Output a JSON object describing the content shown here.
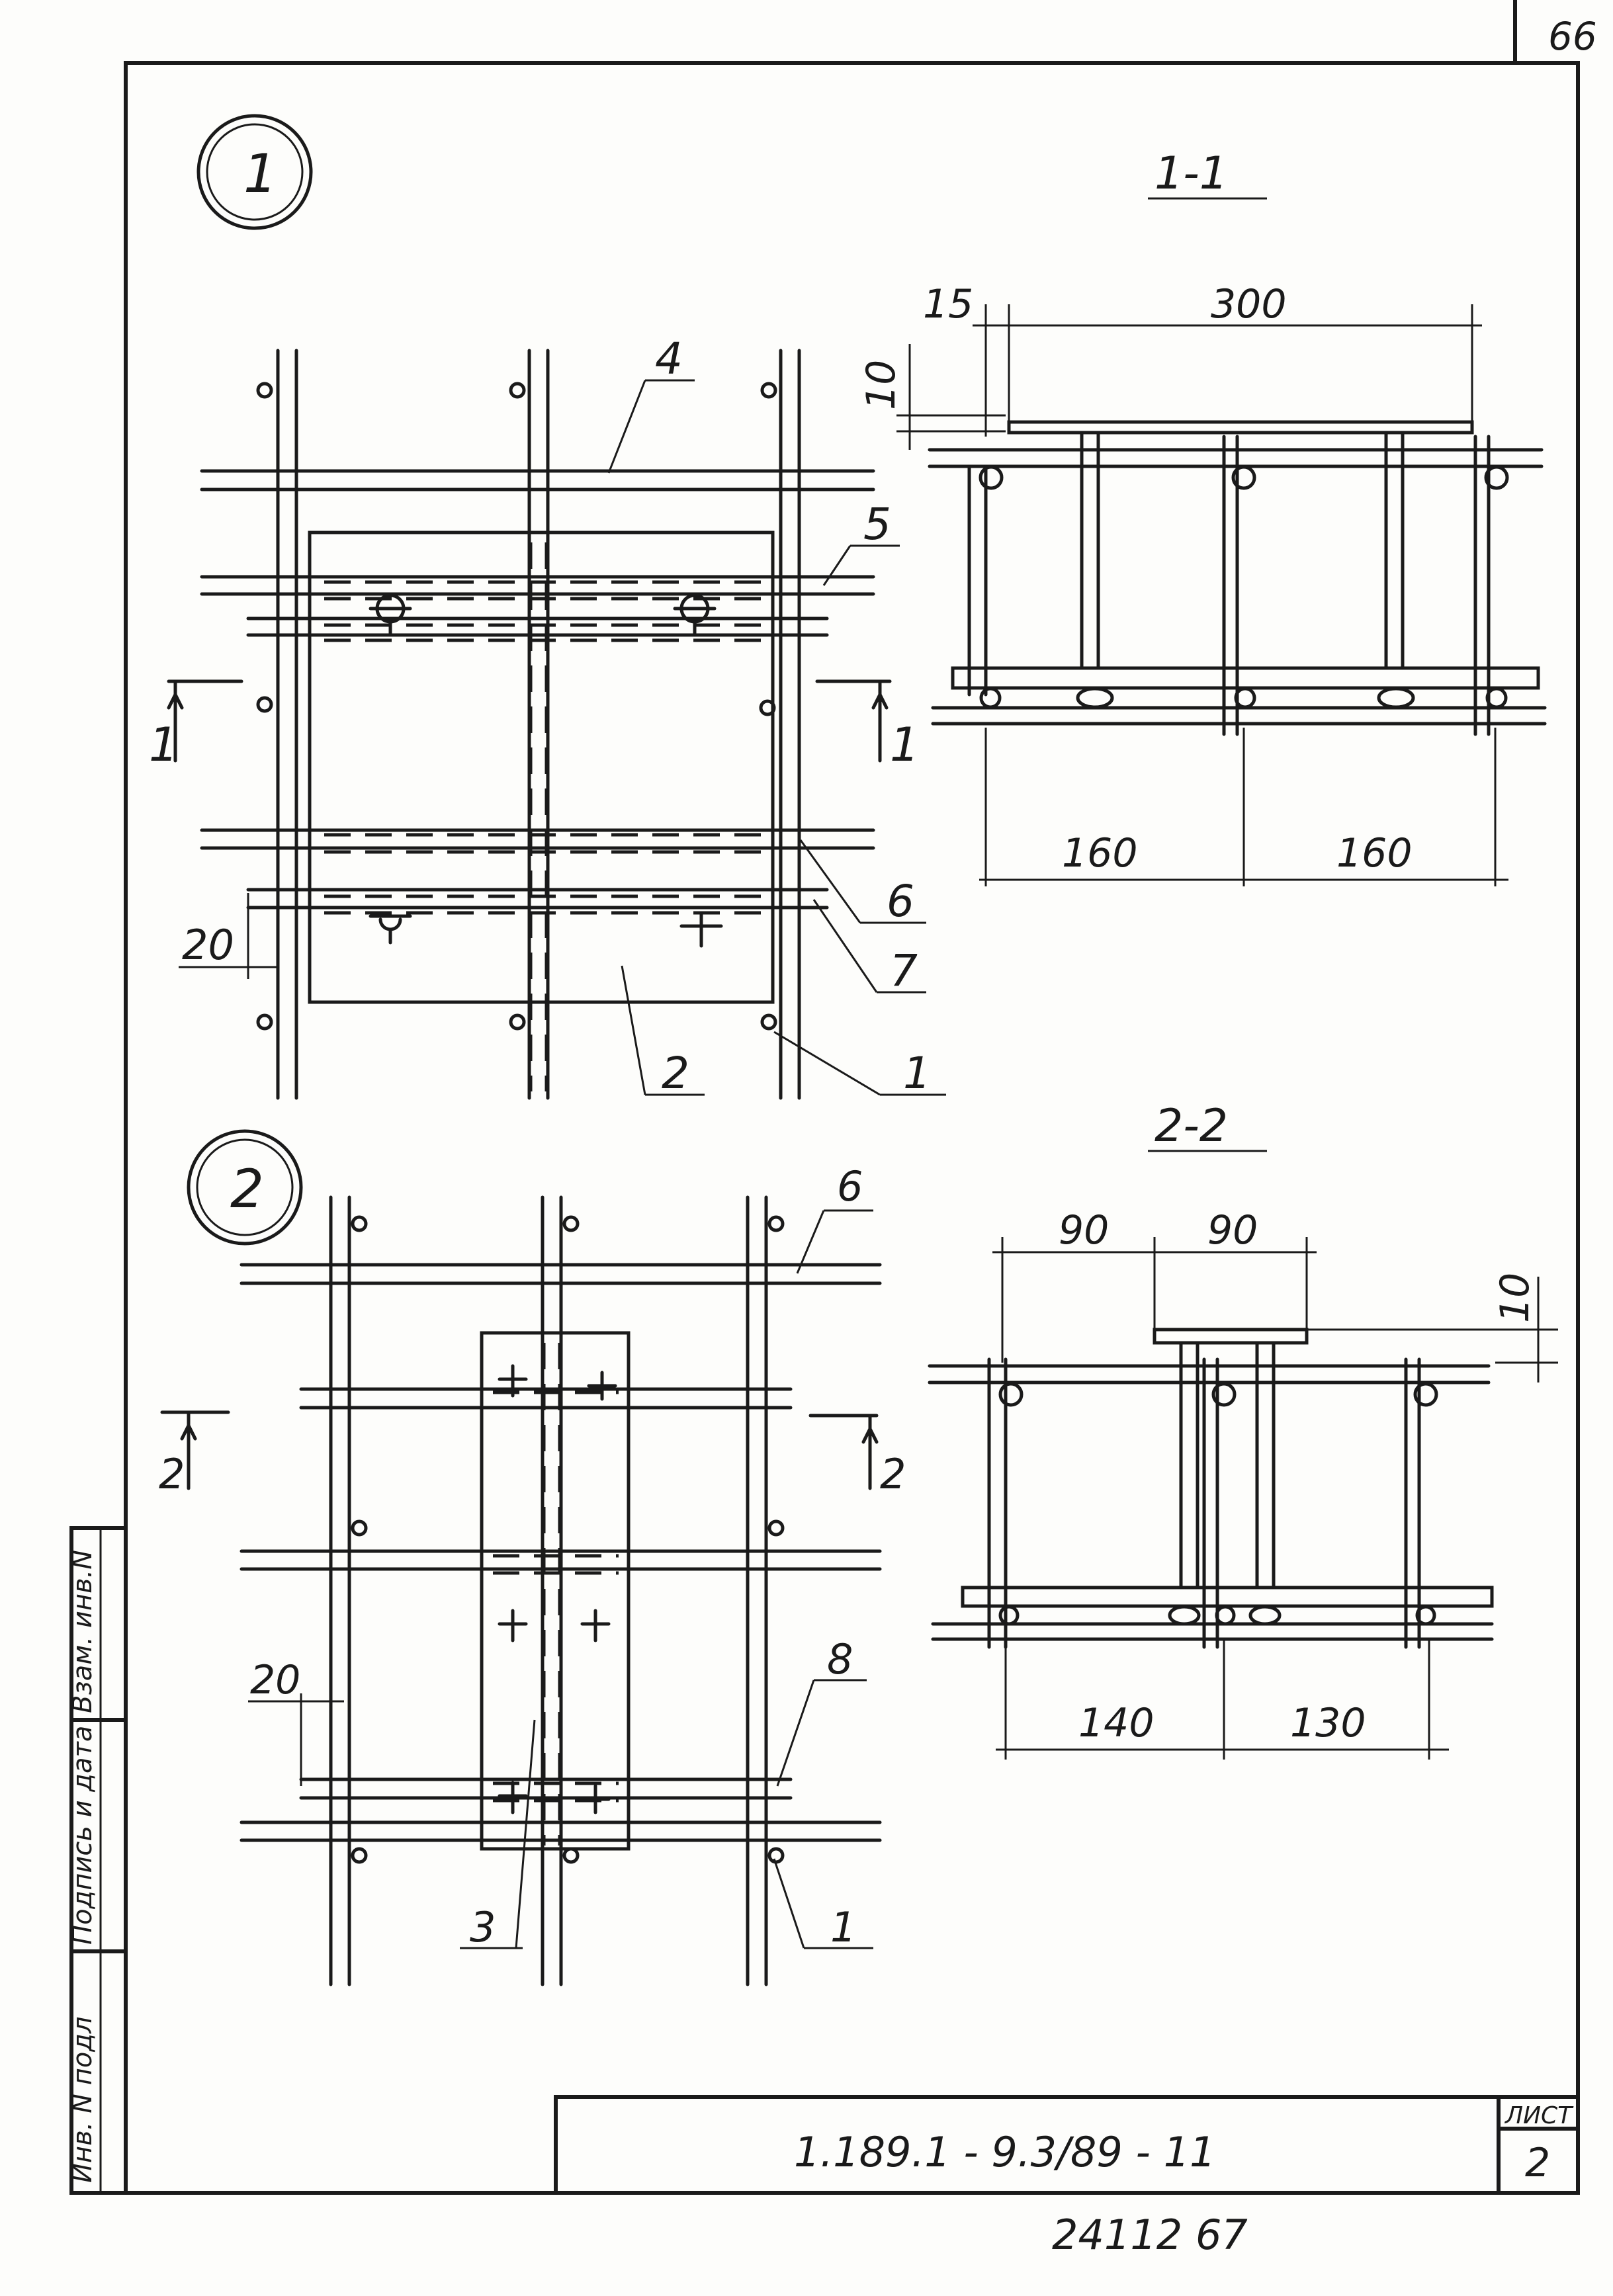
{
  "sheet": {
    "page_number_top": "66",
    "bottom_number": "24112  67",
    "title_block": {
      "designation": "1.189.1 - 9.3/89 - 11",
      "sheet_label": "ЛИСТ",
      "sheet_number": "2"
    },
    "side_stamp": {
      "field_inv": "Инв. N подл",
      "field_signature": "Подпись и дата",
      "field_replace": "Взам. инв.N"
    }
  },
  "view1": {
    "marker": "1",
    "callouts": [
      "4",
      "5",
      "6",
      "7",
      "2",
      "1"
    ],
    "section_marks": [
      "1",
      "1"
    ],
    "dim_offset": "20"
  },
  "view2": {
    "marker": "2",
    "callouts": [
      "6",
      "8",
      "3",
      "1"
    ],
    "section_marks": [
      "2",
      "2"
    ],
    "dim_offset": "20"
  },
  "section1": {
    "title": "1-1",
    "dims_top": [
      "15",
      "300"
    ],
    "dim_height": "10",
    "dims_bottom": [
      "160",
      "160"
    ]
  },
  "section2": {
    "title": "2-2",
    "dims_top": [
      "90",
      "90"
    ],
    "dim_height": "10",
    "dims_bottom": [
      "140",
      "130"
    ]
  }
}
